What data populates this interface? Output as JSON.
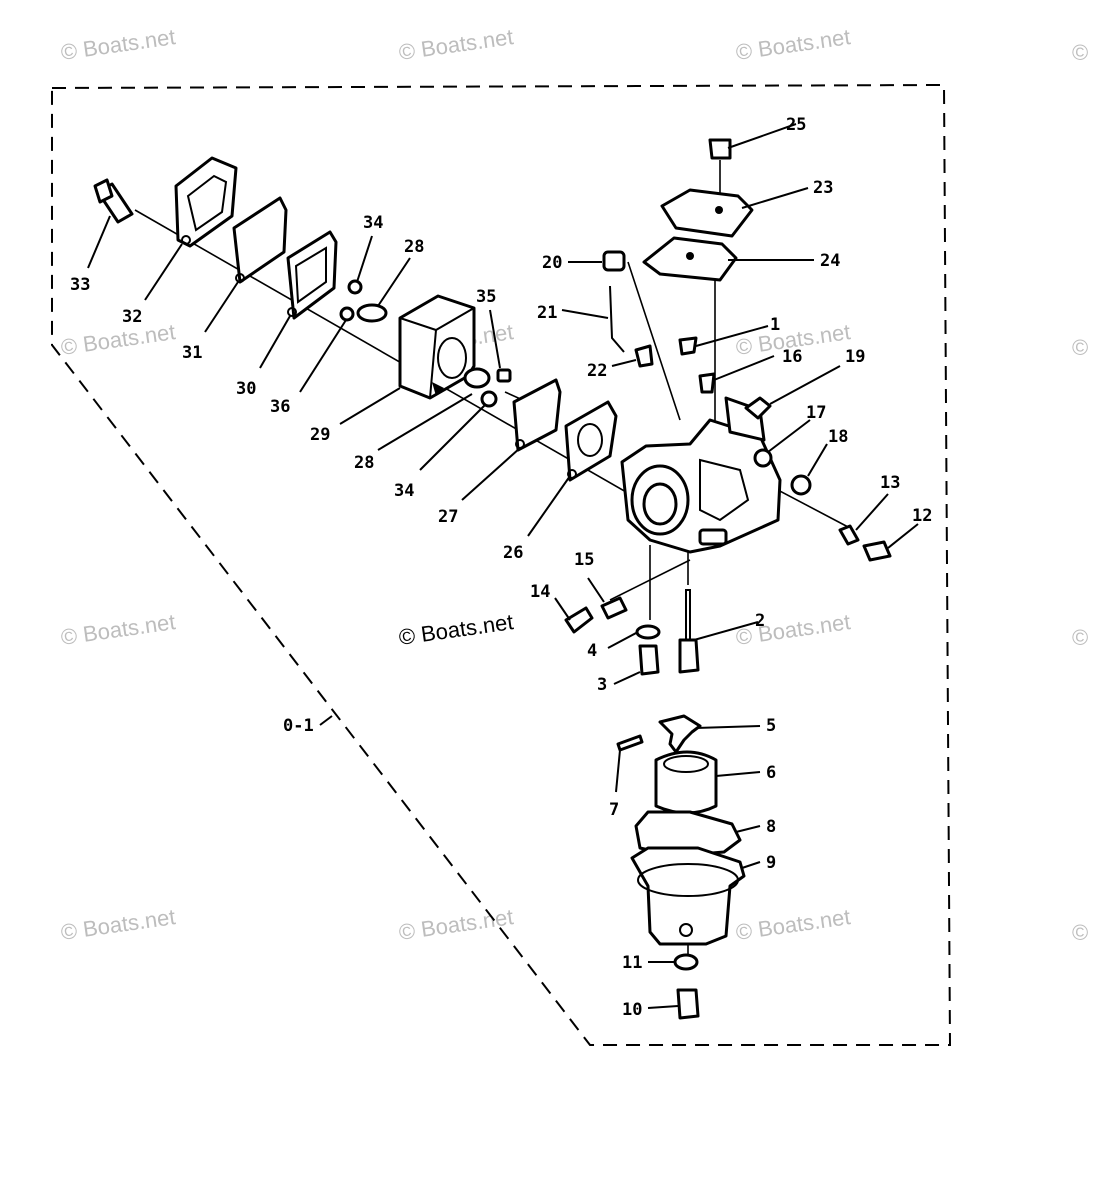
{
  "watermarks": {
    "boats_net": "© Boats.net",
    "boats_net_short": "©"
  },
  "assembly": {
    "label": "0-1"
  },
  "callouts": {
    "c1": "1",
    "c2": "2",
    "c3": "3",
    "c4": "4",
    "c5": "5",
    "c6": "6",
    "c7": "7",
    "c8": "8",
    "c9": "9",
    "c10": "10",
    "c11": "11",
    "c12": "12",
    "c13": "13",
    "c14": "14",
    "c15": "15",
    "c16": "16",
    "c17": "17",
    "c18": "18",
    "c19": "19",
    "c20": "20",
    "c21": "21",
    "c22": "22",
    "c23": "23",
    "c24": "24",
    "c25": "25",
    "c26": "26",
    "c27": "27",
    "c28a": "28",
    "c28b": "28",
    "c29": "29",
    "c30": "30",
    "c31": "31",
    "c32": "32",
    "c33": "33",
    "c34a": "34",
    "c34b": "34",
    "c35": "35",
    "c36": "36"
  }
}
